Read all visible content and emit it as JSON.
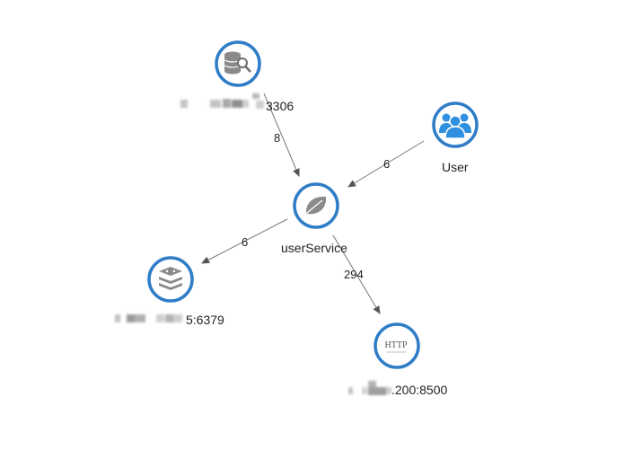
{
  "colors": {
    "node_ring": "#2f7cc7",
    "icon_gray": "#8a8a8a",
    "user_blue": "#2f8fe0",
    "edge": "#666666"
  },
  "nodes": {
    "mysql": {
      "icon": "database-search-icon",
      "label": "3306"
    },
    "user": {
      "icon": "users-group-icon",
      "label": "User"
    },
    "service": {
      "icon": "leaf-icon",
      "label": "userService"
    },
    "redis": {
      "icon": "redis-stack-icon",
      "label": "5:6379"
    },
    "http": {
      "icon": "http-icon",
      "label": ".200:8500",
      "badge": "HTTP"
    }
  },
  "edges": [
    {
      "from": "mysql",
      "to": "service",
      "label": "8"
    },
    {
      "from": "user",
      "to": "service",
      "label": "6"
    },
    {
      "from": "service",
      "to": "redis",
      "label": "6"
    },
    {
      "from": "service",
      "to": "http",
      "label": "294"
    }
  ]
}
